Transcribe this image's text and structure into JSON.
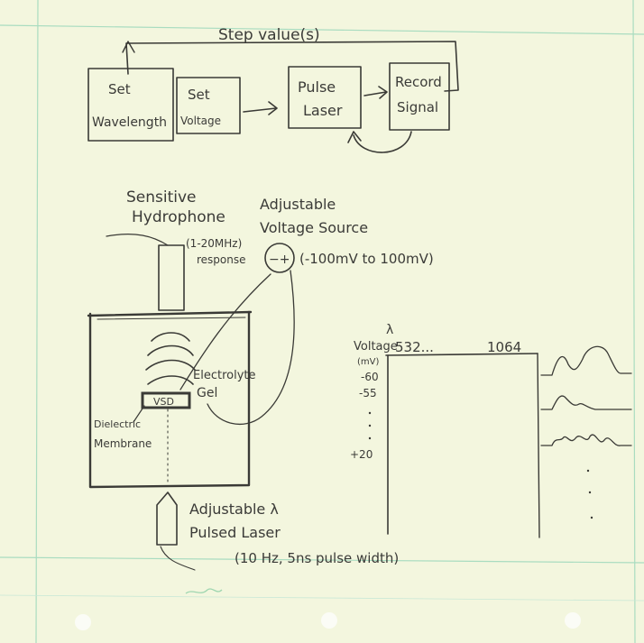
{
  "flow": {
    "loop_label": "Step value(s)",
    "step1": "Set",
    "step1b": "Wavelength",
    "step2": "Set",
    "step2b": "Voltage",
    "step3": "Pulse",
    "step3b": "Laser",
    "step4": "Record",
    "step4b": "Signal"
  },
  "apparatus": {
    "hydrophone_line1": "Sensitive",
    "hydrophone_line2": "Hydrophone",
    "response_line1": "(1-20MHz)",
    "response_line2": "response",
    "source_line1": "Adjustable",
    "source_line2": "Voltage Source",
    "source_symbol": "−+",
    "source_range": "(-100mV to 100mV)",
    "gel_line1": "Electrolyte",
    "gel_line2": "Gel",
    "vsd_label": "VSD",
    "membrane_line1": "Dielectric",
    "membrane_line2": "Membrane",
    "laser_line1": "Adjustable λ",
    "laser_line2": "Pulsed Laser",
    "laser_line3": "(10 Hz, 5ns pulse width)"
  },
  "grid": {
    "lambda": "λ",
    "voltage_label": "Voltage",
    "voltage_unit": "(mV)",
    "lambda_start": "532...",
    "lambda_end": "1064",
    "v1": "-60",
    "v2": "-55",
    "v_last": "+20"
  },
  "colors": {
    "paper": "#f3f6de",
    "grid_line": "#9fd3b8",
    "ink": "#3a3a36",
    "green_ink": "#8fd0a6"
  }
}
